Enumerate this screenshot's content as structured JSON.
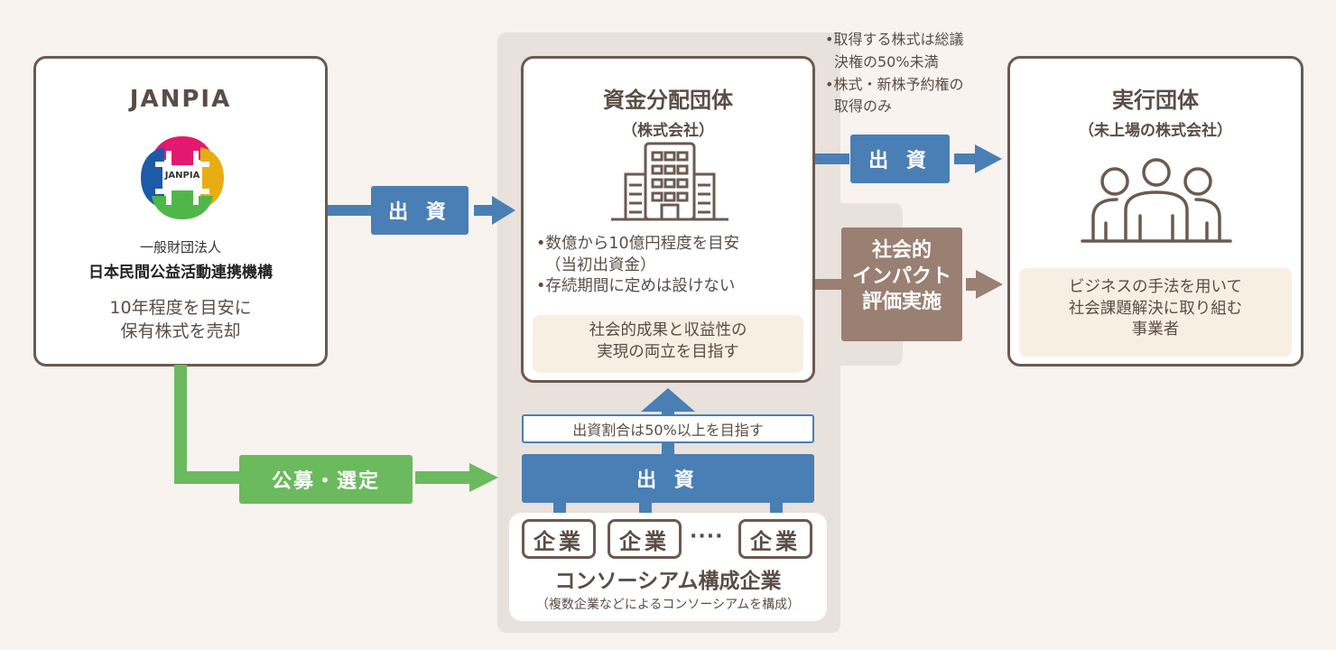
{
  "colors": {
    "background": "#f8f3ef",
    "panel": "#e9e1db",
    "box_border": "#6b5a50",
    "text": "#5a4d45",
    "investment_blue": "#4a7fb5",
    "selection_green": "#6bba5e",
    "impact_brown": "#9a7f73",
    "note_beige": "#f8efe3",
    "logo_colors": [
      "#e5186f",
      "#1d5aa8",
      "#e9ad14",
      "#4fb748"
    ]
  },
  "janpia": {
    "title": "JANPIA",
    "logo_text": "JANPIA",
    "org_type": "一般財団法人",
    "org_name": "日本民間公益活動連携機構",
    "note_line1": "10年程度を目安に",
    "note_line2": "保有株式を売却"
  },
  "arrows": {
    "invest_to_fund": "出 資",
    "invest_to_exec": "出 資",
    "consortium_invest": "出 資",
    "selection": "公募・選定",
    "impact_line1": "社会的",
    "impact_line2": "インパクト",
    "impact_line3": "評価実施",
    "ratio_note": "出資割合は50%以上を目指す"
  },
  "fund": {
    "title": "資金分配団体",
    "subtitle": "（株式会社）",
    "bullet1_line1": "•数億から10億円程度を目安",
    "bullet1_line2": "（当初出資金）",
    "bullet2": "•存続期間に定めは設けない",
    "note_line1": "社会的成果と収益性の",
    "note_line2": "実現の両立を目指す"
  },
  "conditions": {
    "line1": "•取得する株式は総議",
    "line2": "決権の50%未満",
    "line3": "•株式・新株予約権の",
    "line4": "取得のみ"
  },
  "executor": {
    "title": "実行団体",
    "subtitle": "（未上場の株式会社）",
    "note_line1": "ビジネスの手法を用いて",
    "note_line2": "社会課題解決に取り組む",
    "note_line3": "事業者"
  },
  "consortium": {
    "companies": [
      "企業",
      "企業",
      "企業"
    ],
    "ellipsis": "····",
    "title": "コンソーシアム構成企業",
    "subtitle": "（複数企業などによるコンソーシアムを構成）"
  }
}
